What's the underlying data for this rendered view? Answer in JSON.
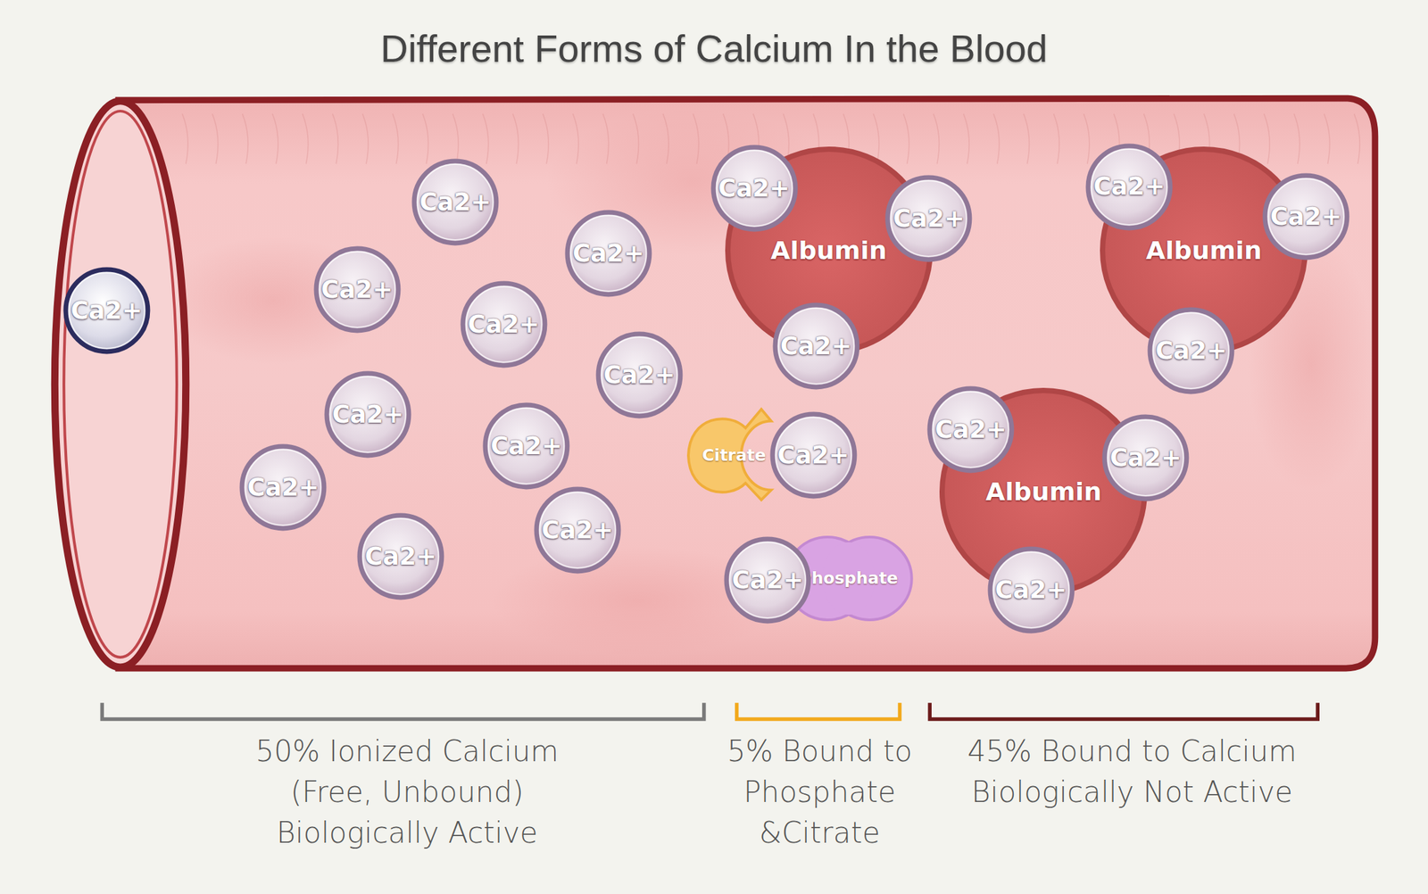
{
  "diagram": {
    "title": "Different Forms of Calcium In the Blood",
    "nodes": [
      {
        "text": [
          "Ca2+"
        ]
      },
      {
        "text": [
          "Ca2+"
        ]
      },
      {
        "text": [
          "Ca2+"
        ]
      },
      {
        "text": [
          "Ca2+"
        ]
      },
      {
        "text": [
          "Ca2+"
        ]
      },
      {
        "text": [
          "Ca2+"
        ]
      },
      {
        "text": [
          "Ca2+"
        ]
      },
      {
        "text": [
          "Ca2+"
        ]
      },
      {
        "text": [
          "Ca2+"
        ]
      },
      {
        "text": [
          "Ca2+"
        ]
      },
      {
        "text": [
          "Ca2+"
        ]
      },
      {
        "text": [
          "Albumin"
        ]
      },
      {
        "text": [
          "Ca2+"
        ]
      },
      {
        "text": [
          "Ca2+"
        ]
      },
      {
        "text": [
          "Ca2+"
        ]
      },
      {
        "text": [
          "Citrate"
        ]
      },
      {
        "text": [
          "Ca2+"
        ]
      },
      {
        "text": [
          "Phosphate"
        ]
      },
      {
        "text": [
          "Ca2+"
        ]
      },
      {
        "text": [
          "Albumin"
        ]
      },
      {
        "text": [
          "Ca2+"
        ]
      },
      {
        "text": [
          "Ca2+"
        ]
      },
      {
        "text": [
          "Ca2+"
        ]
      },
      {
        "text": [
          "Albumin"
        ]
      },
      {
        "text": [
          "Ca2+"
        ]
      },
      {
        "text": [
          "Ca2+"
        ]
      },
      {
        "text": [
          "Ca2+"
        ]
      }
    ],
    "labels": [
      "50% Ionized Calcium (Free, Unbound) Biologically Active",
      "5% Bound to Phosphate &Citrate",
      "45% Bound to Calcium Biologically Not Active"
    ]
  }
}
